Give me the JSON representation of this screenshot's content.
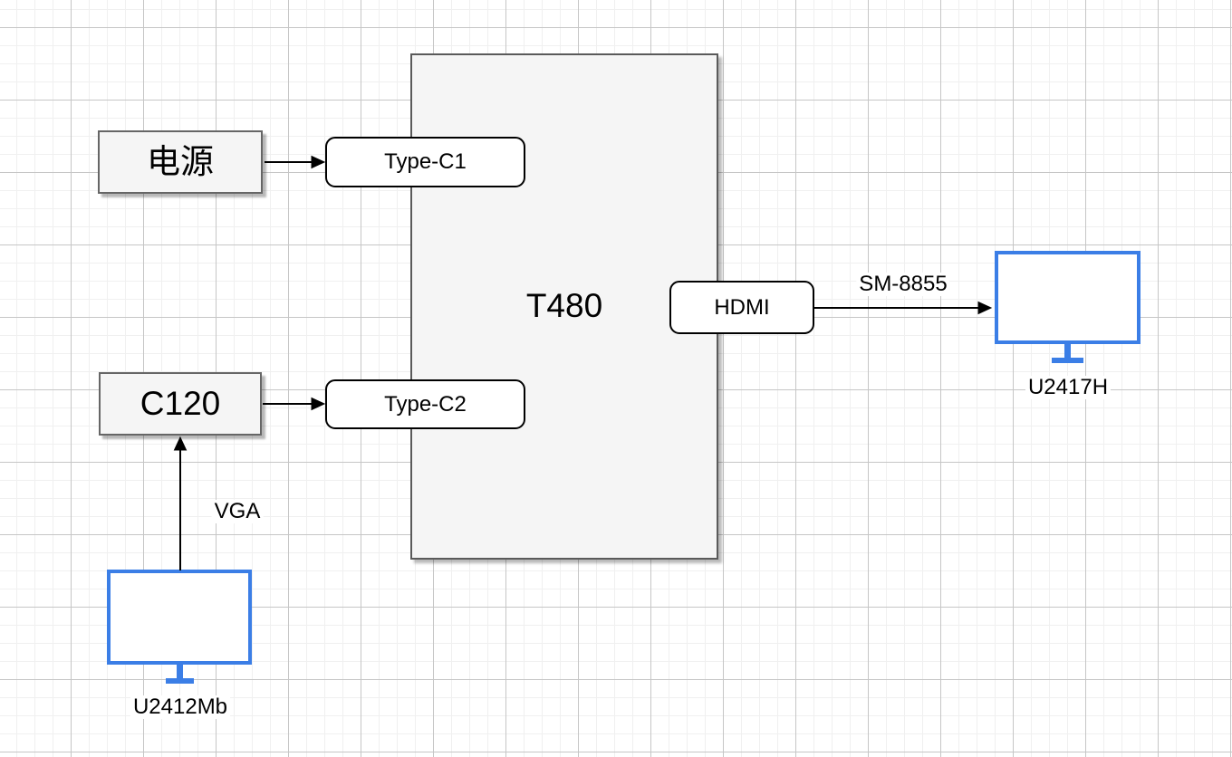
{
  "diagram": {
    "nodes": {
      "t480": {
        "label": "T480"
      },
      "power": {
        "label": "电源"
      },
      "c120": {
        "label": "C120"
      },
      "type_c1": {
        "label": "Type-C1"
      },
      "type_c2": {
        "label": "Type-C2"
      },
      "hdmi": {
        "label": "HDMI"
      },
      "u2417h": {
        "label": "U2417H"
      },
      "u2412mb": {
        "label": "U2412Mb"
      }
    },
    "edges": [
      {
        "from": "电源",
        "to": "Type-C1",
        "label": ""
      },
      {
        "from": "C120",
        "to": "Type-C2",
        "label": ""
      },
      {
        "from": "U2412Mb",
        "to": "C120",
        "label": "VGA"
      },
      {
        "from": "HDMI",
        "to": "U2417H",
        "label": "SM-8855"
      }
    ],
    "colors": {
      "canvas_bg": "#ffffff",
      "grid_minor": "#f0f0f0",
      "grid_major": "#c6c6c6",
      "node_fill": "#f5f5f5",
      "node_border": "#666666",
      "port_fill": "#ffffff",
      "port_border": "#000000",
      "monitor_accent": "#3b7ee6",
      "edge_color": "#000000",
      "text_color": "#000000"
    }
  }
}
